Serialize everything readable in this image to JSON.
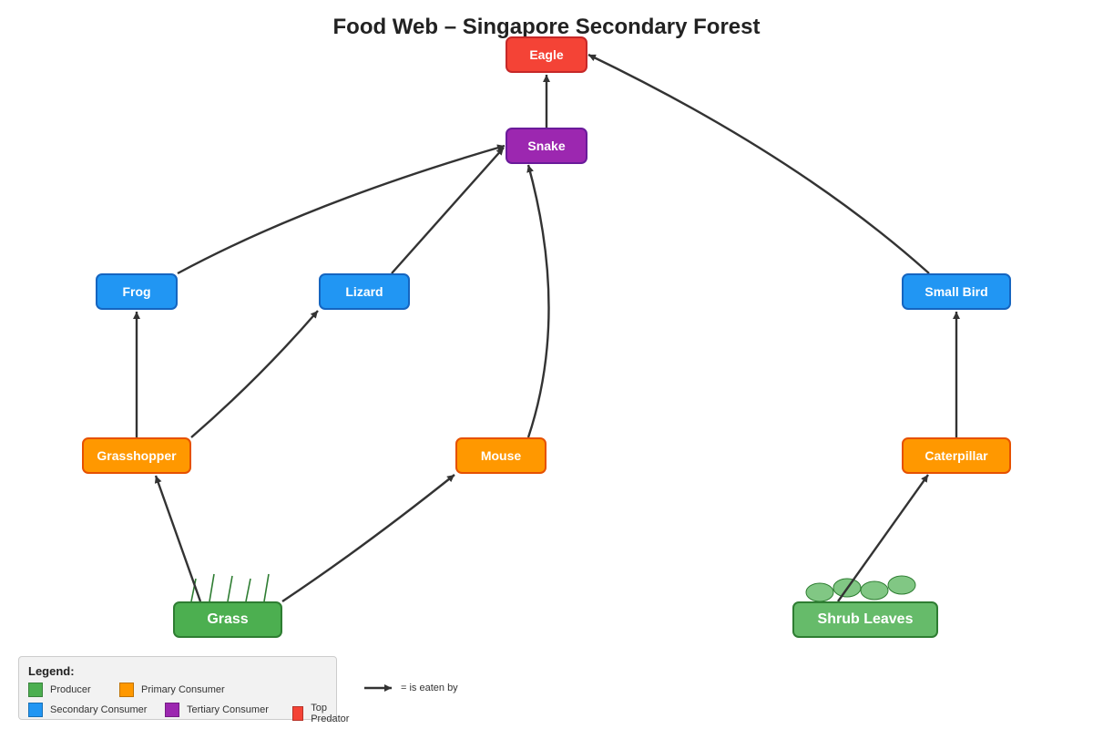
{
  "diagram": {
    "title": "Food Web – Singapore Secondary Forest",
    "arrow_color": "#333333",
    "nodes": {
      "eagle": {
        "label": "Eagle",
        "level": "top_predator",
        "fill": "#F44336",
        "border": "#C62828"
      },
      "snake": {
        "label": "Snake",
        "level": "tertiary_consumer",
        "fill": "#9C27B0",
        "border": "#6A1B9A"
      },
      "frog": {
        "label": "Frog",
        "level": "secondary_consumer",
        "fill": "#2196F3",
        "border": "#1565C0"
      },
      "lizard": {
        "label": "Lizard",
        "level": "secondary_consumer",
        "fill": "#2196F3",
        "border": "#1565C0"
      },
      "small_bird": {
        "label": "Small Bird",
        "level": "secondary_consumer",
        "fill": "#2196F3",
        "border": "#1565C0"
      },
      "grasshopper": {
        "label": "Grasshopper",
        "level": "primary_consumer",
        "fill": "#FF9800",
        "border": "#E65100"
      },
      "mouse": {
        "label": "Mouse",
        "level": "primary_consumer",
        "fill": "#FF9800",
        "border": "#E65100"
      },
      "caterpillar": {
        "label": "Caterpillar",
        "level": "primary_consumer",
        "fill": "#FF9800",
        "border": "#E65100"
      },
      "grass": {
        "label": "Grass",
        "level": "producer",
        "fill": "#4CAF50",
        "border": "#2E7D32"
      },
      "shrub_leaves": {
        "label": "Shrub Leaves",
        "level": "producer",
        "fill": "#66BB6A",
        "border": "#2E7D32"
      }
    },
    "edges": [
      {
        "from": "grass",
        "to": "grasshopper"
      },
      {
        "from": "grass",
        "to": "mouse"
      },
      {
        "from": "shrub_leaves",
        "to": "caterpillar"
      },
      {
        "from": "grasshopper",
        "to": "frog"
      },
      {
        "from": "grasshopper",
        "to": "lizard"
      },
      {
        "from": "caterpillar",
        "to": "small_bird"
      },
      {
        "from": "frog",
        "to": "snake"
      },
      {
        "from": "lizard",
        "to": "snake"
      },
      {
        "from": "mouse",
        "to": "snake"
      },
      {
        "from": "snake",
        "to": "eagle"
      },
      {
        "from": "small_bird",
        "to": "eagle"
      }
    ]
  },
  "legend": {
    "title": "Legend:",
    "items": [
      {
        "label": "Producer",
        "color": "#4CAF50"
      },
      {
        "label": "Primary Consumer",
        "color": "#FF9800"
      },
      {
        "label": "Secondary Consumer",
        "color": "#2196F3"
      },
      {
        "label": "Tertiary Consumer",
        "color": "#9C27B0"
      },
      {
        "label": "Top Predator",
        "color": "#F44336"
      }
    ],
    "arrow_note": "= is eaten by"
  }
}
